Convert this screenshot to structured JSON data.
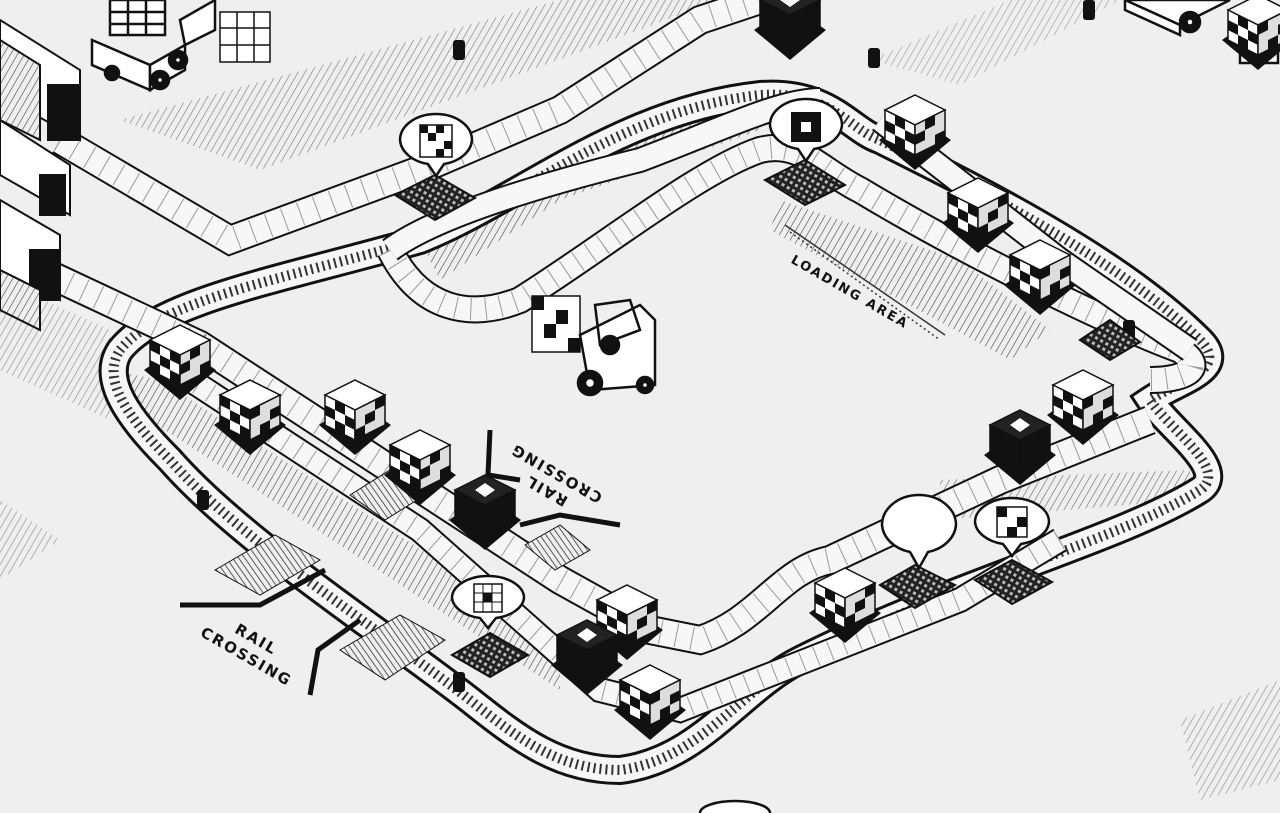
{
  "game": {
    "labels": {
      "loading_area": "LOADING AREA",
      "rail_crossing_1": [
        "RAIL",
        "CROSSING"
      ],
      "rail_crossing_2": [
        "RAIL",
        "CROSSING"
      ]
    },
    "entities": {
      "forklift": "forklift",
      "trucks": [
        "truck-top-left",
        "truck-top-right"
      ],
      "station_markers": [
        "marker-top-left-pattern",
        "marker-top-center-square",
        "marker-left-pattern",
        "marker-right-empty",
        "marker-right-pattern"
      ],
      "pallet_cubes": 16
    },
    "colors": {
      "background": "#efefef",
      "ink": "#111111",
      "track_fill": "#f6f6f6",
      "cube_dark": "#111111",
      "cube_light": "#ffffff"
    }
  }
}
